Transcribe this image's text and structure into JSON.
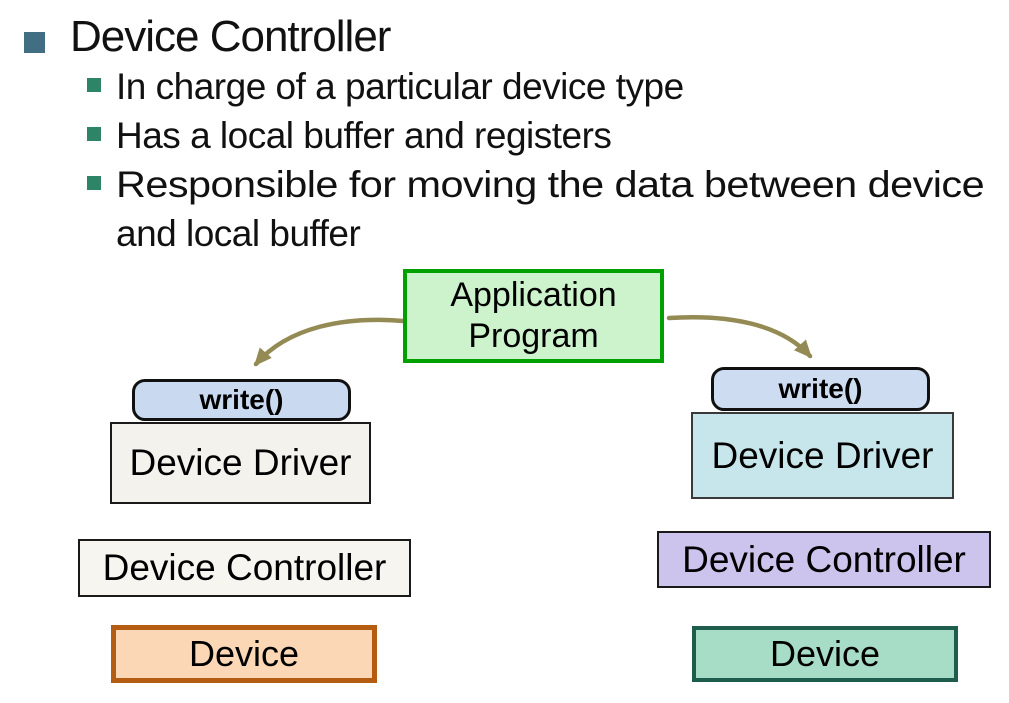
{
  "slide": {
    "title": "Device Controller",
    "bullets": [
      {
        "lines": [
          "In charge of a particular device type"
        ]
      },
      {
        "lines": [
          "Has a local buffer and registers"
        ]
      },
      {
        "lines": [
          "Responsible for moving the data between device",
          "and local buffer"
        ]
      }
    ]
  },
  "diagram": {
    "application_program_label": "Application Program",
    "left_stack": {
      "write_label": "write()",
      "driver_label": "Device Driver",
      "controller_label": "Device Controller",
      "device_label": "Device"
    },
    "right_stack": {
      "write_label": "write()",
      "driver_label": "Device Driver",
      "controller_label": "Device Controller",
      "device_label": "Device"
    },
    "colors": {
      "app_fill": "#ccf3cc",
      "app_border": "#00a000",
      "write_fill_left": "#c9daf0",
      "write_fill_right": "#cedcf2",
      "left_driver_fill": "#f3f2ed",
      "left_controller_fill": "#f6f5f0",
      "right_driver_fill": "#c7e6ec",
      "right_controller_fill": "#ccc4ec",
      "left_device_fill": "#fbd7b5",
      "left_device_border": "#b35c12",
      "right_device_fill": "#a7dcc6",
      "right_device_border": "#1e5c4c",
      "arrow": "#948a54",
      "bullet_level1": "#416e83",
      "bullet_level2": "#2e8467"
    }
  }
}
